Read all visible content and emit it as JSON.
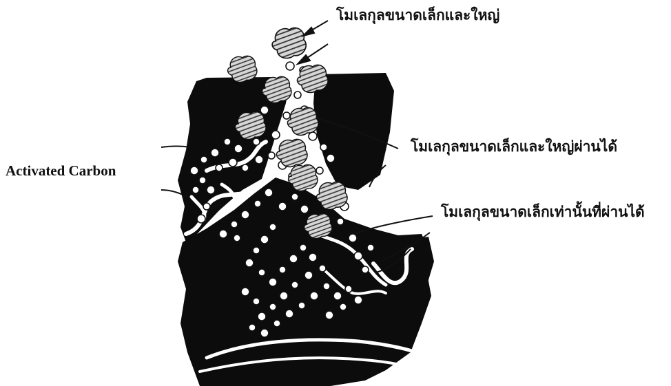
{
  "diagram": {
    "subject_label": "Activated Carbon",
    "callouts": {
      "top": "โมเลกุลขนาดเล็กและใหญ่",
      "middle": "โมเลกุลขนาดเล็กและใหญ่ผ่านได้",
      "bottom": "โมเลกุลขนาดเล็กเท่านั้นที่ผ่านได้"
    },
    "colors": {
      "carbon": "#0c0c0c",
      "background": "#ffffff",
      "large_molecule_fill": "#cfcfcf",
      "line": "#111111"
    }
  }
}
